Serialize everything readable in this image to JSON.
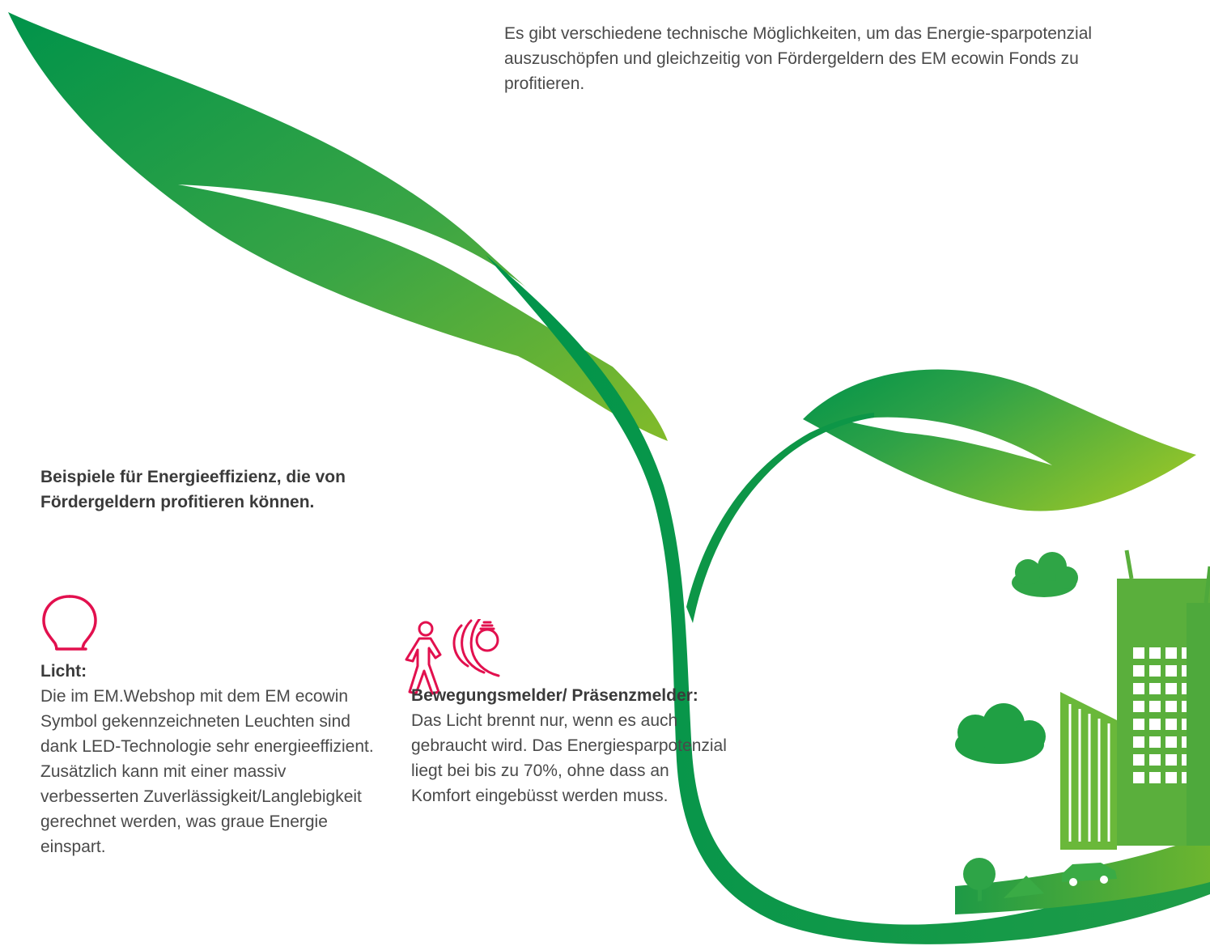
{
  "intro": {
    "text": "Es gibt verschiedene technische Möglichkeiten, um das Energie-sparpotenzial auszuschöpfen und gleichzeitig von Fördergeldern des EM ecowin Fonds zu profitieren."
  },
  "section": {
    "heading": "Beispiele für Energieeffizienz, die von Fördergeldern profitieren können."
  },
  "examples": [
    {
      "icon": "light-bulb-icon",
      "title": "Licht:",
      "text": "Die im EM.Webshop mit dem EM ecowin Symbol gekennzeichneten Leuchten sind dank LED-Technologie sehr energieeffizient. Zusätzlich kann mit einer massiv verbesserten Zuverlässigkeit/Langlebigkeit gerechnet werden, was graue Energie einspart."
    },
    {
      "icon": "motion-sensor-icon",
      "title": "Bewegungsmelder/ Präsenzmelder:",
      "text": "Das Licht brennt nur, wenn es auch gebraucht wird. Das Energiesparpotenzial liegt bei bis zu 70%, ohne dass an Komfort eingebüsst werden muss."
    }
  ],
  "colors": {
    "accent_red": "#e2104e",
    "leaf_dark": "#00934a",
    "leaf_light": "#7ab72c",
    "text": "#4a4a4a"
  }
}
